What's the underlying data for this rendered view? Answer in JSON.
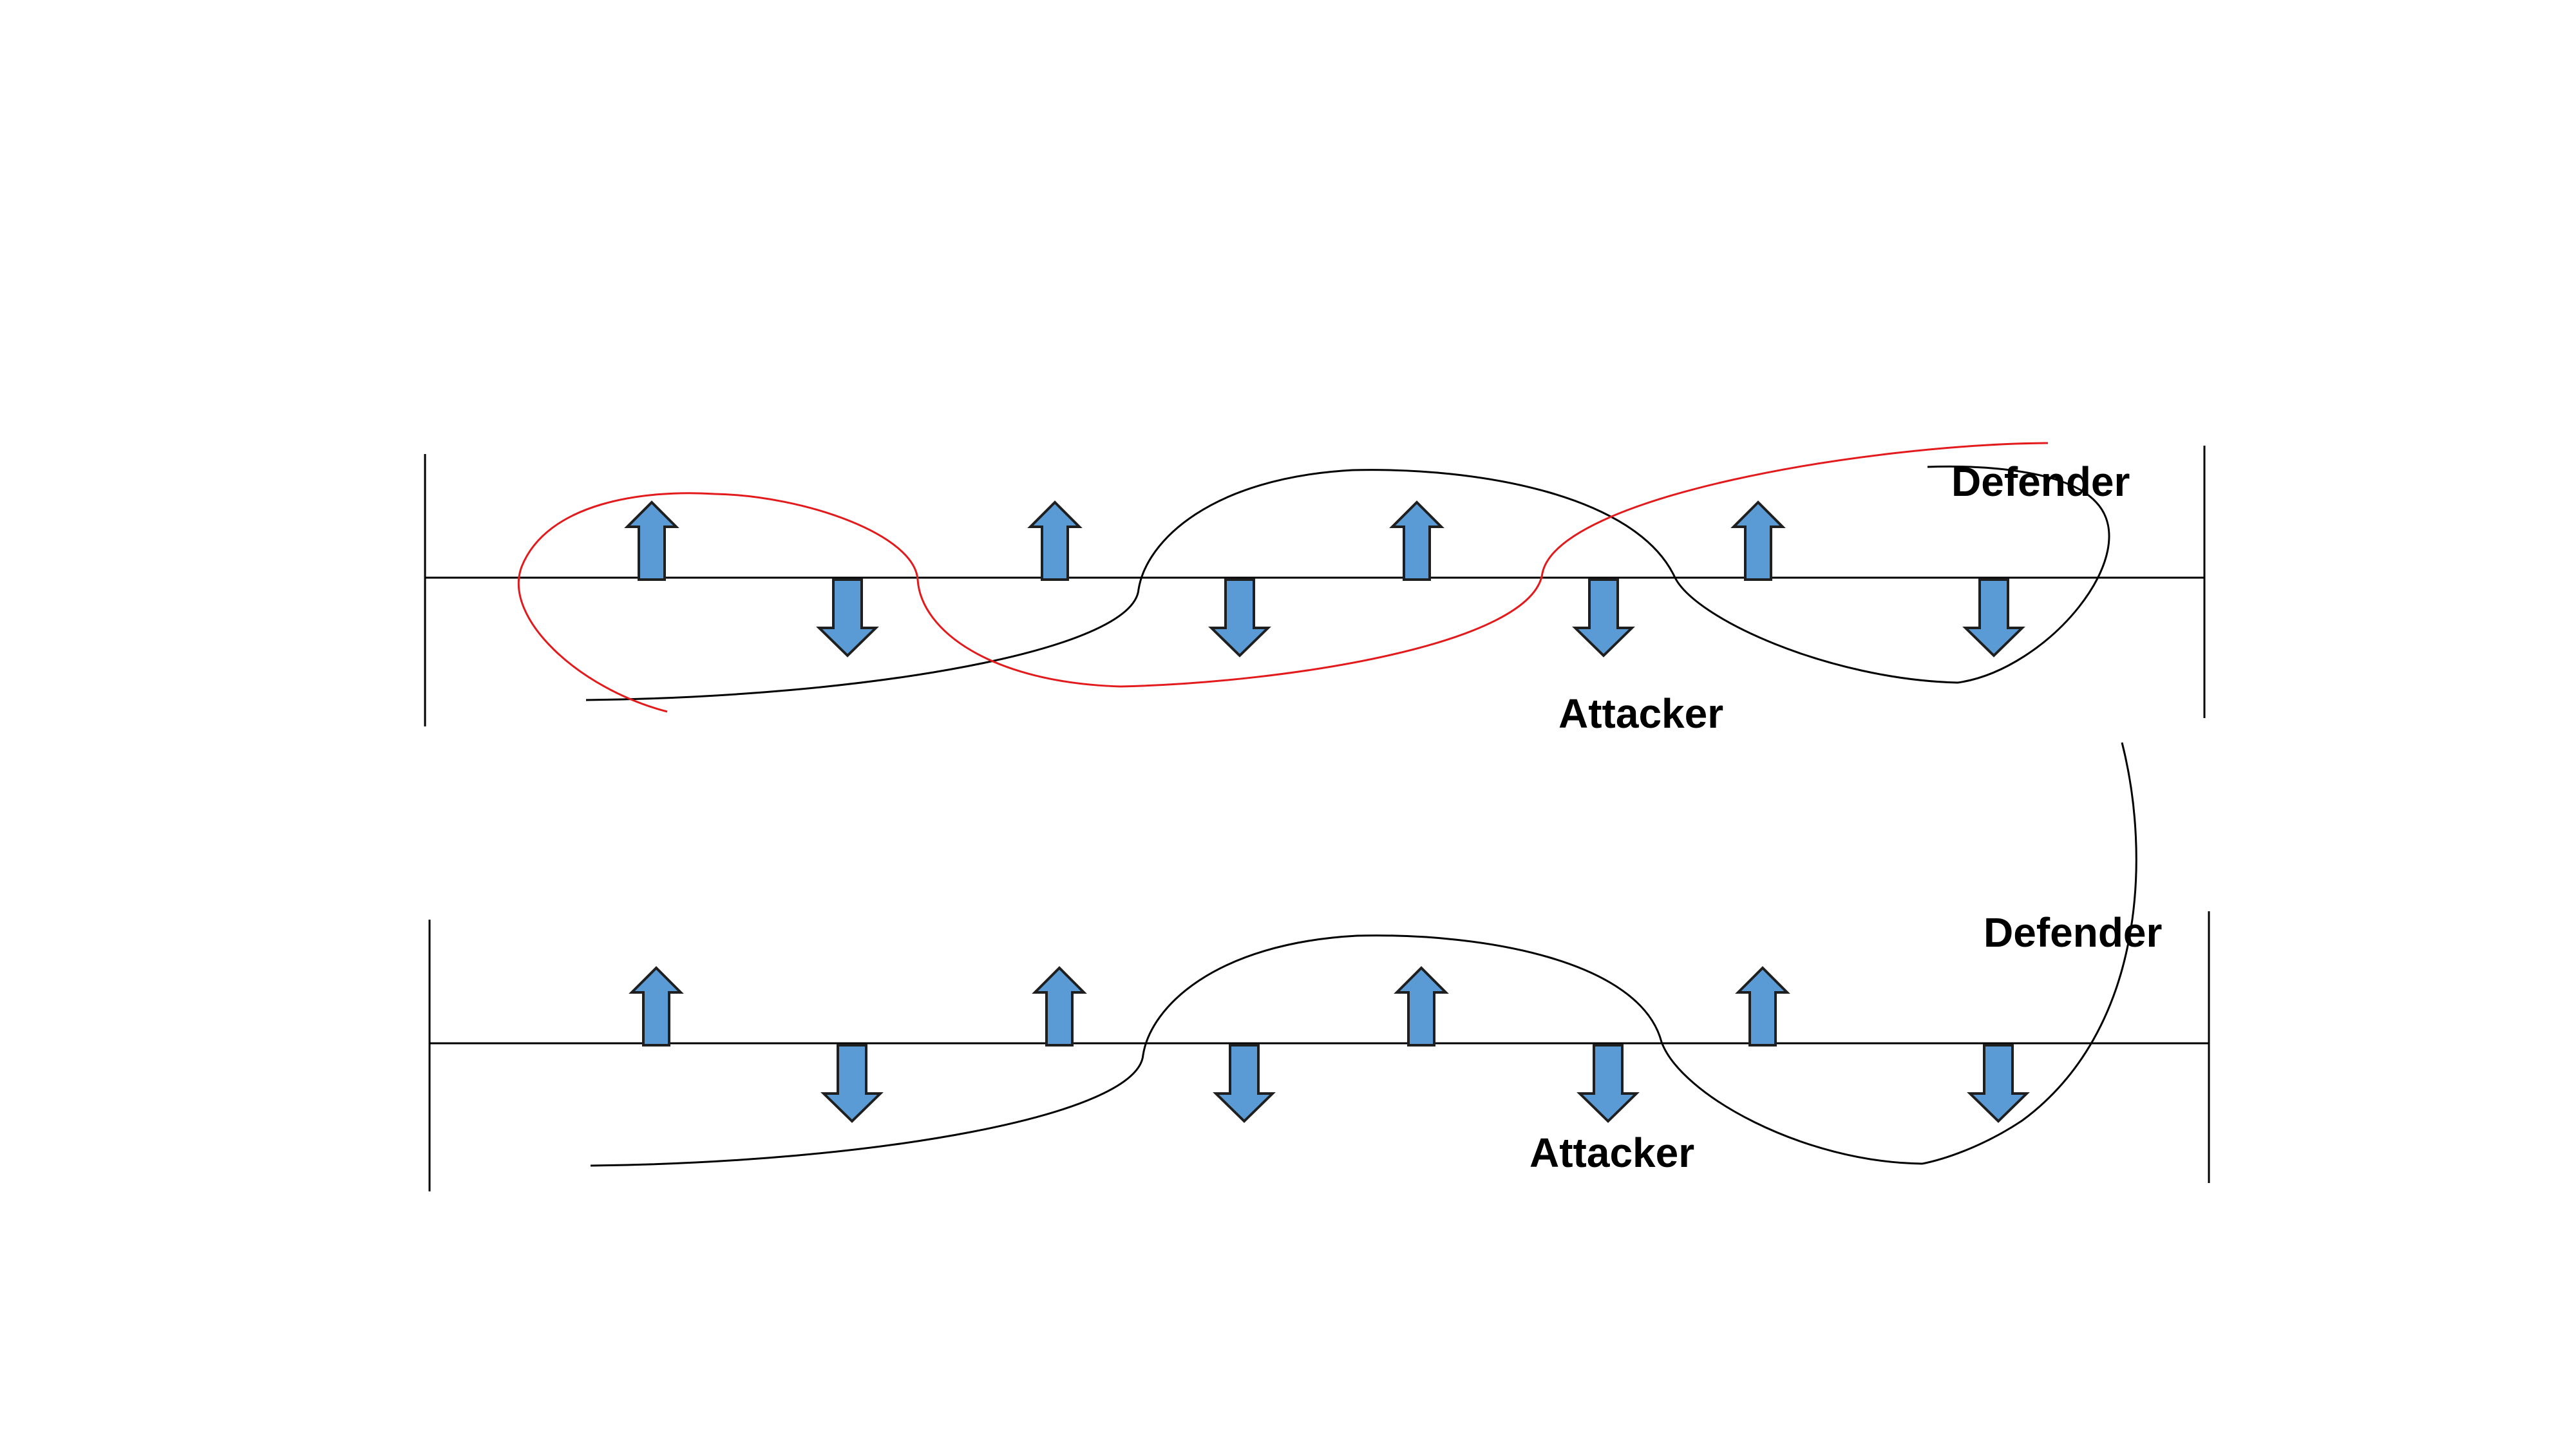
{
  "colors": {
    "arrow_fill": "#5b9bd5",
    "arrow_stroke": "#1f1f1f",
    "attacker_path": "#000000",
    "highlight_path": "#e31a1c",
    "field_line": "#000000"
  },
  "panels": [
    {
      "id": "top",
      "labels": {
        "defender": "Defender",
        "attacker": "Attacker"
      },
      "arrows": [
        "up",
        "down",
        "up",
        "down",
        "up",
        "down",
        "up",
        "down"
      ],
      "has_highlight_path": true
    },
    {
      "id": "bottom",
      "labels": {
        "defender": "Defender",
        "attacker": "Attacker"
      },
      "arrows": [
        "up",
        "down",
        "up",
        "down",
        "up",
        "down",
        "up",
        "down"
      ],
      "has_highlight_path": false
    }
  ]
}
